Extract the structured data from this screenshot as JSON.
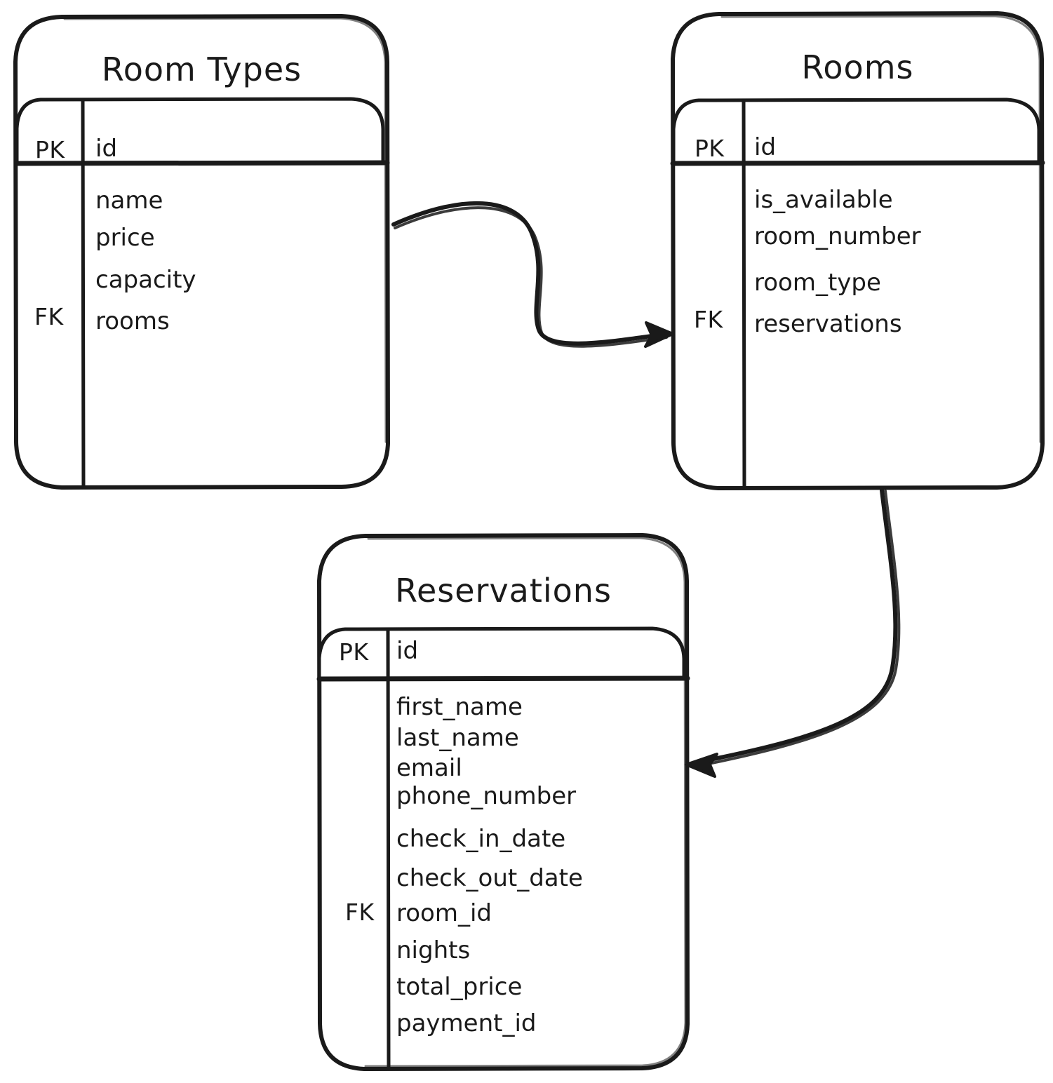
{
  "diagram": {
    "type": "entity-relationship-diagram",
    "style": "hand-drawn",
    "background_color": "#ffffff",
    "stroke_color": "#1a1a1a",
    "entities": [
      {
        "id": "room-types",
        "title": "Room Types",
        "primary_key": {
          "key_label": "PK",
          "field": "id"
        },
        "foreign_key_label": "FK",
        "fields": [
          "name",
          "price",
          "capacity",
          "rooms"
        ],
        "foreign_key_field": "rooms"
      },
      {
        "id": "rooms",
        "title": "Rooms",
        "primary_key": {
          "key_label": "PK",
          "field": "id"
        },
        "foreign_key_label": "FK",
        "fields": [
          "is_available",
          "room_number",
          "room_type",
          "reservations"
        ],
        "foreign_key_field": "reservations"
      },
      {
        "id": "reservations",
        "title": "Reservations",
        "primary_key": {
          "key_label": "PK",
          "field": "id"
        },
        "foreign_key_label": "FK",
        "fields": [
          "first_name",
          "last_name",
          "email",
          "phone_number",
          "check_in_date",
          "check_out_date",
          "room_id",
          "nights",
          "total_price",
          "payment_id"
        ],
        "foreign_key_field": "room_id"
      }
    ],
    "relationships": [
      {
        "from": "room-types",
        "to": "rooms",
        "arrow": "single-head"
      },
      {
        "from": "rooms",
        "to": "reservations",
        "arrow": "single-head"
      }
    ]
  }
}
